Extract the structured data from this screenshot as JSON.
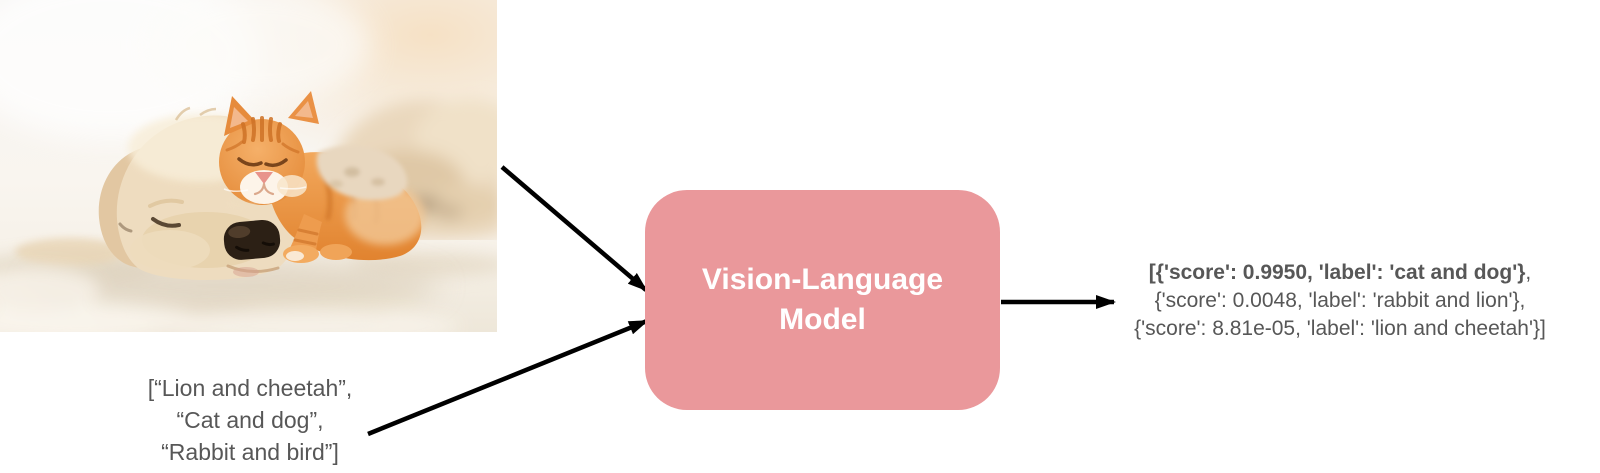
{
  "diagram": {
    "photo": {
      "description": "Sleeping cream puppy with a ginger tabby kitten resting on its head, on a white fluffy blanket"
    },
    "input_list": {
      "lines": [
        "[“Lion and cheetah”,",
        "“Cat and dog”,",
        "“Rabbit and bird”]"
      ]
    },
    "model_box": {
      "line1": "Vision-Language",
      "line2": "Model",
      "fill_color": "#ea989b",
      "text_color": "#ffffff"
    },
    "output": {
      "line1_bold": "[{'score': 0.9950, 'label': 'cat and dog'}",
      "line1_rest": ",",
      "line2": "{'score': 0.0048, 'label': 'rabbit and lion'},",
      "line3": "{'score': 8.81e-05, 'label': 'lion and cheetah'}]"
    },
    "arrows": {
      "color": "#000000",
      "names": [
        "arrow-image-to-model",
        "arrow-labels-to-model",
        "arrow-model-to-output"
      ]
    },
    "text_color": "#575757"
  }
}
